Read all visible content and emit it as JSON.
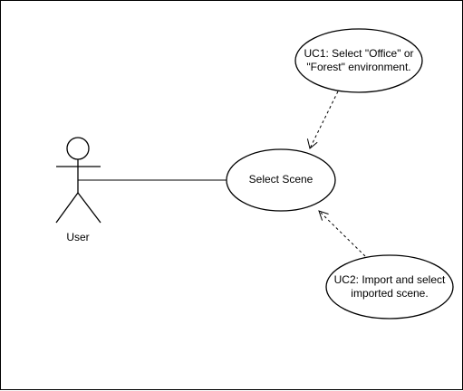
{
  "diagram": {
    "type": "use-case",
    "actor": {
      "label": "User"
    },
    "use_cases": [
      {
        "id": "select-scene",
        "label": "Select Scene"
      },
      {
        "id": "uc1",
        "label": "UC1: Select \"Office\" or\n\"Forest\" environment."
      },
      {
        "id": "uc2",
        "label": "UC2: Import and select\nimported scene."
      }
    ],
    "relationships": [
      {
        "from": "actor",
        "to": "select-scene",
        "style": "solid"
      },
      {
        "from": "uc1",
        "to": "select-scene",
        "style": "dashed-arrow"
      },
      {
        "from": "uc2",
        "to": "select-scene",
        "style": "dashed-arrow"
      }
    ]
  },
  "colors": {
    "stroke": "#000000",
    "fill": "#ffffff",
    "text": "#000000"
  }
}
